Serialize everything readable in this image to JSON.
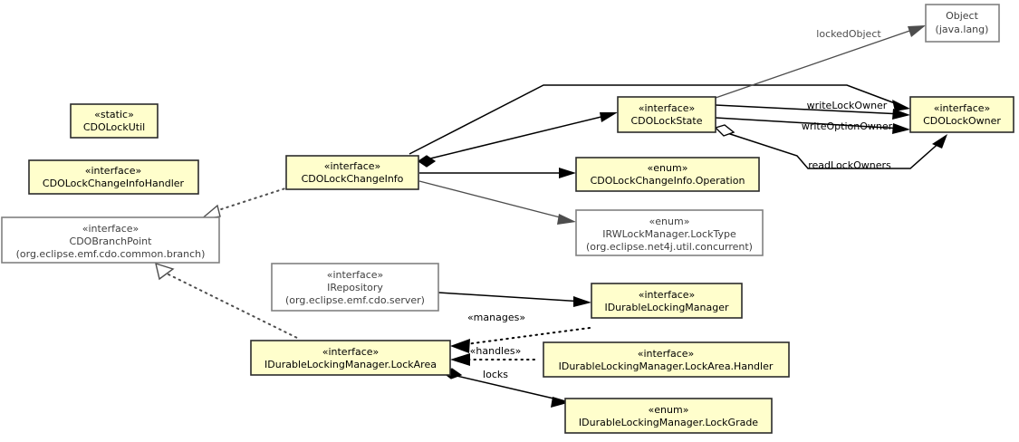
{
  "diagram": {
    "type": "uml-class-diagram",
    "background_color": "#ffffff",
    "node_fill_highlight": "#fffecc",
    "node_fill_external": "#ffffff",
    "node_border_highlight": "#2b2b2b",
    "node_border_external": "#808080"
  },
  "nodes": [
    {
      "id": "cdolockutil",
      "stereotype": "«static»",
      "name": "CDOLockUtil",
      "package": "",
      "style": "highlight"
    },
    {
      "id": "cdolockchangeinfohandler",
      "stereotype": "«interface»",
      "name": "CDOLockChangeInfoHandler",
      "package": "",
      "style": "highlight"
    },
    {
      "id": "cdobranchpoint",
      "stereotype": "«interface»",
      "name": "CDOBranchPoint",
      "package": "(org.eclipse.emf.cdo.common.branch)",
      "style": "external"
    },
    {
      "id": "cdolockchangeinfo",
      "stereotype": "«interface»",
      "name": "CDOLockChangeInfo",
      "package": "",
      "style": "highlight"
    },
    {
      "id": "cdolockstate",
      "stereotype": "«interface»",
      "name": "CDOLockState",
      "package": "",
      "style": "highlight"
    },
    {
      "id": "cdolockowner",
      "stereotype": "«interface»",
      "name": "CDOLockOwner",
      "package": "",
      "style": "highlight"
    },
    {
      "id": "object",
      "stereotype": "",
      "name": "Object",
      "package": "(java.lang)",
      "style": "external"
    },
    {
      "id": "cdolockchangeinfo_operation",
      "stereotype": "«enum»",
      "name": "CDOLockChangeInfo.Operation",
      "package": "",
      "style": "highlight"
    },
    {
      "id": "irwlockmanager_locktype",
      "stereotype": "«enum»",
      "name": "IRWLockManager.LockType",
      "package": "(org.eclipse.net4j.util.concurrent)",
      "style": "external"
    },
    {
      "id": "irepository",
      "stereotype": "«interface»",
      "name": "IRepository",
      "package": "(org.eclipse.emf.cdo.server)",
      "style": "external"
    },
    {
      "id": "idurablelockingmanager",
      "stereotype": "«interface»",
      "name": "IDurableLockingManager",
      "package": "",
      "style": "highlight"
    },
    {
      "id": "idurablelockingmanager_lockarea",
      "stereotype": "«interface»",
      "name": "IDurableLockingManager.LockArea",
      "package": "",
      "style": "highlight"
    },
    {
      "id": "idurablelockingmanager_lockarea_handler",
      "stereotype": "«interface»",
      "name": "IDurableLockingManager.LockArea.Handler",
      "package": "",
      "style": "highlight"
    },
    {
      "id": "idurablelockingmanager_lockgrade",
      "stereotype": "«enum»",
      "name": "IDurableLockingManager.LockGrade",
      "package": "",
      "style": "highlight"
    }
  ],
  "edge_labels": {
    "locked_object": "lockedObject",
    "write_lock_owner": "writeLockOwner",
    "write_option_owner": "writeOptionOwner",
    "read_lock_owners": "readLockOwners",
    "manages": "«manages»",
    "handles": "«handles»",
    "locks": "locks"
  },
  "edges": [
    {
      "from": "cdobranchpoint",
      "to": "cdolockchangeinfo",
      "kind": "realization",
      "label": ""
    },
    {
      "from": "cdobranchpoint",
      "to": "idurablelockingmanager_lockarea",
      "kind": "realization",
      "label": ""
    },
    {
      "from": "cdolockchangeinfo",
      "to": "cdolockstate",
      "kind": "composition",
      "label": ""
    },
    {
      "from": "cdolockchangeinfo",
      "to": "cdolockowner",
      "kind": "association",
      "label": ""
    },
    {
      "from": "cdolockchangeinfo",
      "to": "cdolockchangeinfo_operation",
      "kind": "association",
      "label": ""
    },
    {
      "from": "cdolockchangeinfo",
      "to": "irwlockmanager_locktype",
      "kind": "association",
      "label": ""
    },
    {
      "from": "cdolockstate",
      "to": "object",
      "kind": "association",
      "label": "lockedObject"
    },
    {
      "from": "cdolockstate",
      "to": "cdolockowner",
      "kind": "association",
      "label": "writeLockOwner"
    },
    {
      "from": "cdolockstate",
      "to": "cdolockowner",
      "kind": "association",
      "label": "writeOptionOwner"
    },
    {
      "from": "cdolockstate",
      "to": "cdolockowner",
      "kind": "aggregation",
      "label": "readLockOwners"
    },
    {
      "from": "irepository",
      "to": "idurablelockingmanager",
      "kind": "association",
      "label": ""
    },
    {
      "from": "idurablelockingmanager",
      "to": "idurablelockingmanager_lockarea",
      "kind": "dependency",
      "label": "«manages»"
    },
    {
      "from": "idurablelockingmanager_lockarea_handler",
      "to": "idurablelockingmanager_lockarea",
      "kind": "dependency",
      "label": "«handles»"
    },
    {
      "from": "idurablelockingmanager_lockarea",
      "to": "idurablelockingmanager_lockgrade",
      "kind": "composition",
      "label": "locks"
    }
  ]
}
